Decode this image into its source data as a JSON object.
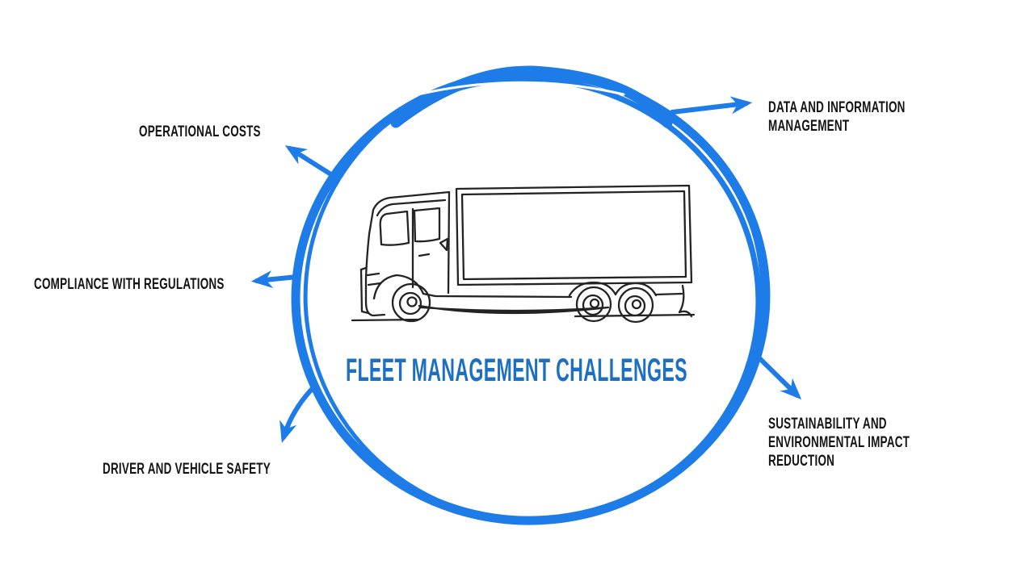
{
  "diagram": {
    "title": "FLEET MANAGEMENT CHALLENGES",
    "center_illustration": "semi-truck-continuous-line-drawing",
    "colors": {
      "circle": "#1e7ce8",
      "arrow": "#1e7ce8",
      "title": "#1d6fc2",
      "label_text": "#141414",
      "truck_line": "#232323",
      "background": "#ffffff"
    },
    "nodes": [
      {
        "id": "operational-costs",
        "label": "OPERATIONAL COSTS",
        "position": "top-left"
      },
      {
        "id": "data-and-information-management",
        "label": "DATA AND INFORMATION\nMANAGEMENT",
        "position": "top-right"
      },
      {
        "id": "compliance-with-regulations",
        "label": "COMPLIANCE WITH REGULATIONS",
        "position": "left"
      },
      {
        "id": "driver-and-vehicle-safety",
        "label": "DRIVER AND VEHICLE SAFETY",
        "position": "bottom-left"
      },
      {
        "id": "sustainability-and-environmental-impact-reduction",
        "label": "SUSTAINABILITY AND\nENVIRONMENTAL IMPACT REDUCTION",
        "position": "bottom-right"
      }
    ]
  }
}
